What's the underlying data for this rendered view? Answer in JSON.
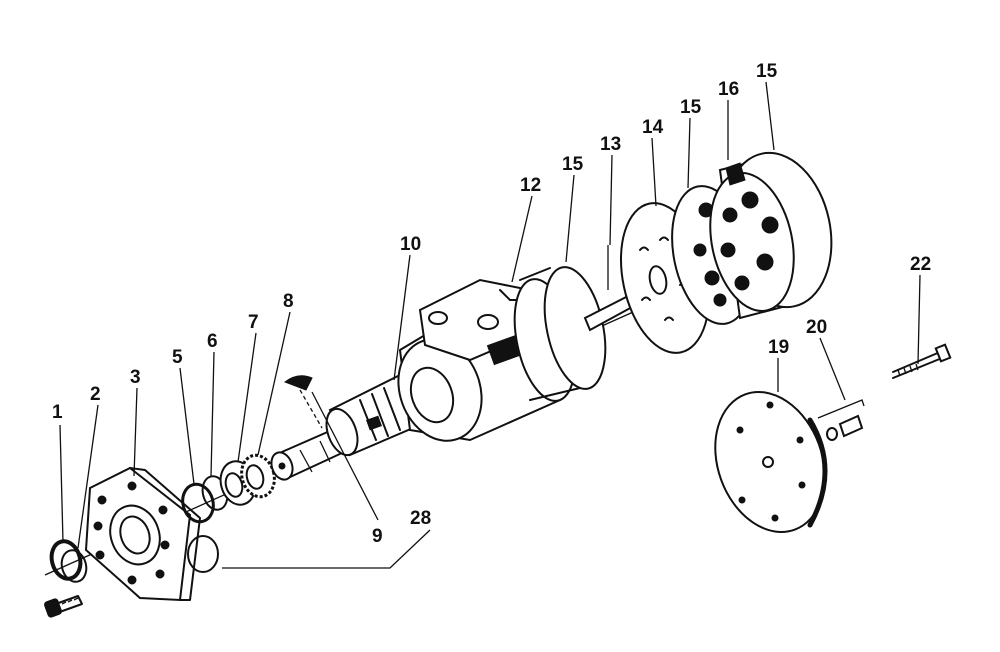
{
  "callouts": [
    {
      "id": "c1",
      "text": "1"
    },
    {
      "id": "c2",
      "text": "2"
    },
    {
      "id": "c3",
      "text": "3"
    },
    {
      "id": "c5",
      "text": "5"
    },
    {
      "id": "c6",
      "text": "6"
    },
    {
      "id": "c7",
      "text": "7"
    },
    {
      "id": "c8",
      "text": "8"
    },
    {
      "id": "c9",
      "text": "9"
    },
    {
      "id": "c10",
      "text": "10"
    },
    {
      "id": "c12",
      "text": "12"
    },
    {
      "id": "c13",
      "text": "13"
    },
    {
      "id": "c14",
      "text": "14"
    },
    {
      "id": "c15a",
      "text": "15"
    },
    {
      "id": "c15b",
      "text": "15"
    },
    {
      "id": "c15c",
      "text": "15"
    },
    {
      "id": "c16",
      "text": "16"
    },
    {
      "id": "c19",
      "text": "19"
    },
    {
      "id": "c20",
      "text": "20"
    },
    {
      "id": "c22",
      "text": "22"
    },
    {
      "id": "c28",
      "text": "28"
    }
  ]
}
